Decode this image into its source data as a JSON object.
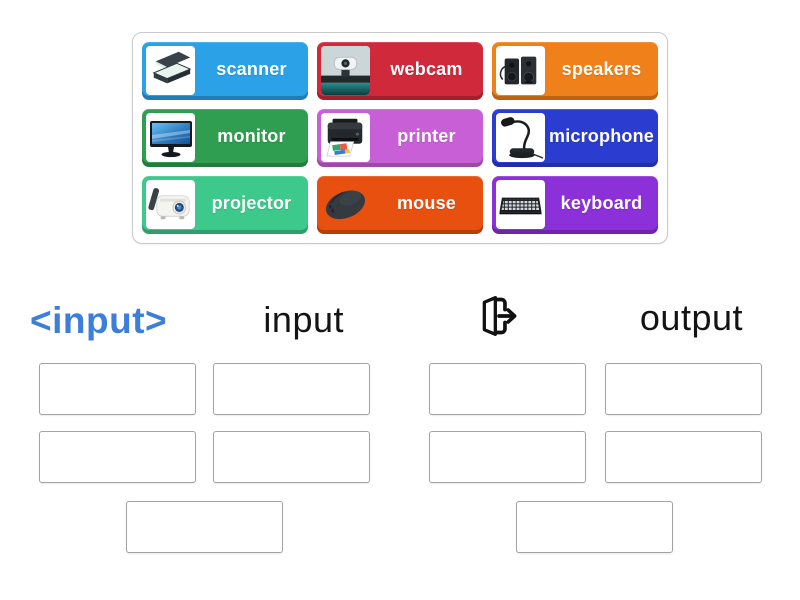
{
  "bank": {
    "tiles": [
      {
        "label": "scanner",
        "color": "#2BA1E8",
        "icon": "scanner-image"
      },
      {
        "label": "webcam",
        "color": "#D0293B",
        "icon": "webcam-image"
      },
      {
        "label": "speakers",
        "color": "#F0801A",
        "icon": "speakers-image"
      },
      {
        "label": "monitor",
        "color": "#2F9E50",
        "icon": "monitor-image"
      },
      {
        "label": "printer",
        "color": "#C95FD6",
        "icon": "printer-image"
      },
      {
        "label": "microphone",
        "color": "#2B3DD0",
        "icon": "microphone-image"
      },
      {
        "label": "projector",
        "color": "#3DC98B",
        "icon": "projector-image"
      },
      {
        "label": "mouse",
        "color": "#E8500F",
        "icon": "mouse-image"
      },
      {
        "label": "keyboard",
        "color": "#8C30D9",
        "icon": "keyboard-image"
      }
    ]
  },
  "groups": [
    {
      "key": "input",
      "badge": "<input>",
      "badge_color": "#3D7EDB",
      "label": "input",
      "slot_count": 5
    },
    {
      "key": "output",
      "icon": "export-arrow-icon",
      "label": "output",
      "slot_count": 5
    }
  ],
  "colors": {
    "slot_border": "#a3a3a3",
    "bank_border": "#c9c9c9",
    "icon_black": "#111111"
  }
}
